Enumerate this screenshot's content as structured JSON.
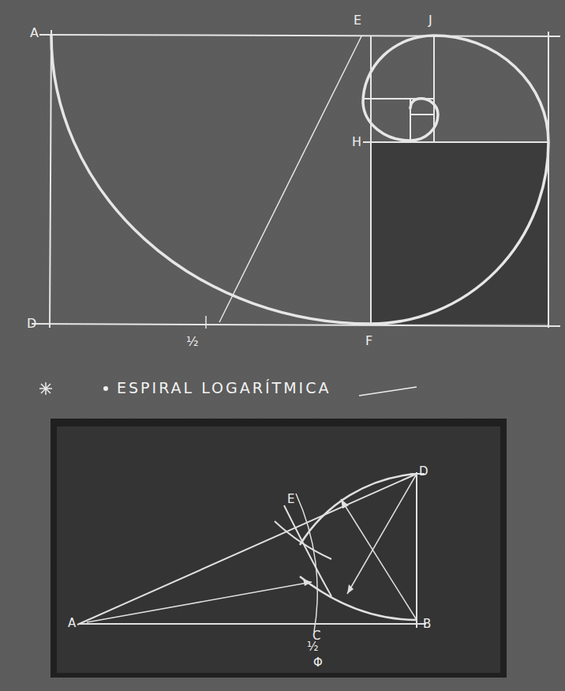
{
  "diagram": {
    "title": "ESPIRAL LOGARÍTMICA",
    "labels": [
      "A",
      "E",
      "J",
      "H",
      "D",
      "F",
      "½",
      "D",
      "E",
      "A",
      "B",
      "C",
      "½",
      "Φ"
    ]
  }
}
